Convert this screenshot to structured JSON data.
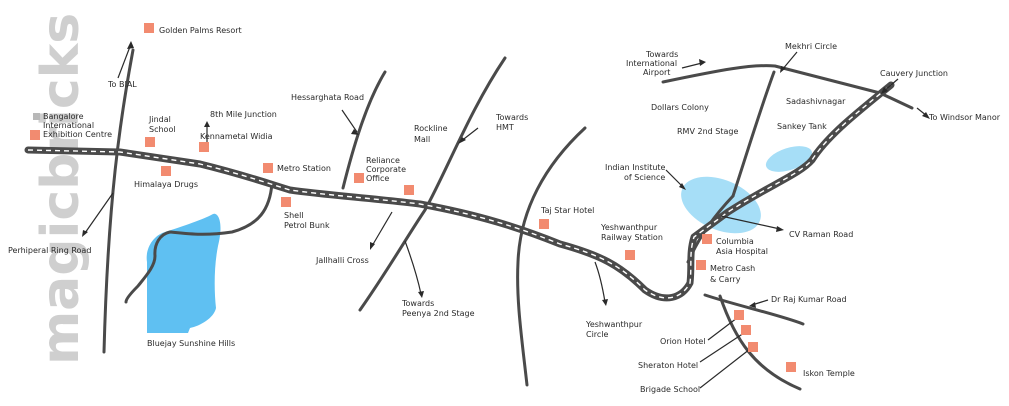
{
  "brand": {
    "watermark": "magicbricks"
  },
  "colors": {
    "marker": "#f28b70",
    "water": "#5fc0f2",
    "lake": "#a6def7",
    "road": "#4a4a4a",
    "highway_dash": "#ffffff"
  },
  "labels": {
    "golden_palms": "Golden Palms Resort",
    "to_bial": "To BIAL",
    "bangalore_exhibition": [
      "Bangalore",
      "International",
      "Exhibition Centre"
    ],
    "jindal_school": [
      "Jindal",
      "School"
    ],
    "eighth_mile": "8th Mile Junction",
    "kennametal": "Kennametal Widia",
    "hessarghata": "Hessarghata Road",
    "rockline": [
      "Rockline",
      "Mall"
    ],
    "towards_hmt": [
      "Towards",
      "HMT"
    ],
    "himalaya": "Himalaya Drugs",
    "metro_station": "Metro Station",
    "reliance": [
      "Reliance",
      "Corporate",
      "Office"
    ],
    "shell": [
      "Shell",
      "Petrol Bunk"
    ],
    "taj_star": "Taj Star Hotel",
    "peripheral_ring": "Perhiperal Ring Road",
    "jalahalli": "Jallhalli Cross",
    "towards_peenya": [
      "Towards",
      "Peenya 2nd Stage"
    ],
    "yeshwanthpur_station": [
      "Yeshwanthpur",
      "Railway Station"
    ],
    "yeshwanthpur_circle": [
      "Yeshwanthpur",
      "Circle"
    ],
    "bluejay": "Bluejay Sunshine Hills",
    "towards_airport": [
      "Towards",
      "International",
      "Airport"
    ],
    "mekhri": "Mekhri Circle",
    "cauvery": "Cauvery Junction",
    "sadashivnagar": "Sadashivnagar",
    "windsor": "To Windsor Manor",
    "dollars": "Dollars Colony",
    "rmv": "RMV 2nd Stage",
    "sankey": "Sankey Tank",
    "iisc": [
      "Indian Institute",
      "of Science"
    ],
    "cv_raman": "CV Raman Road",
    "columbia": [
      "Columbia",
      "Asia Hospital"
    ],
    "metro_cash": [
      "Metro Cash",
      "& Carry"
    ],
    "dr_raj": "Dr Raj Kumar Road",
    "orion": "Orion Hotel",
    "sheraton": "Sheraton Hotel",
    "brigade": "Brigade School",
    "iskon": "Iskon Temple"
  }
}
